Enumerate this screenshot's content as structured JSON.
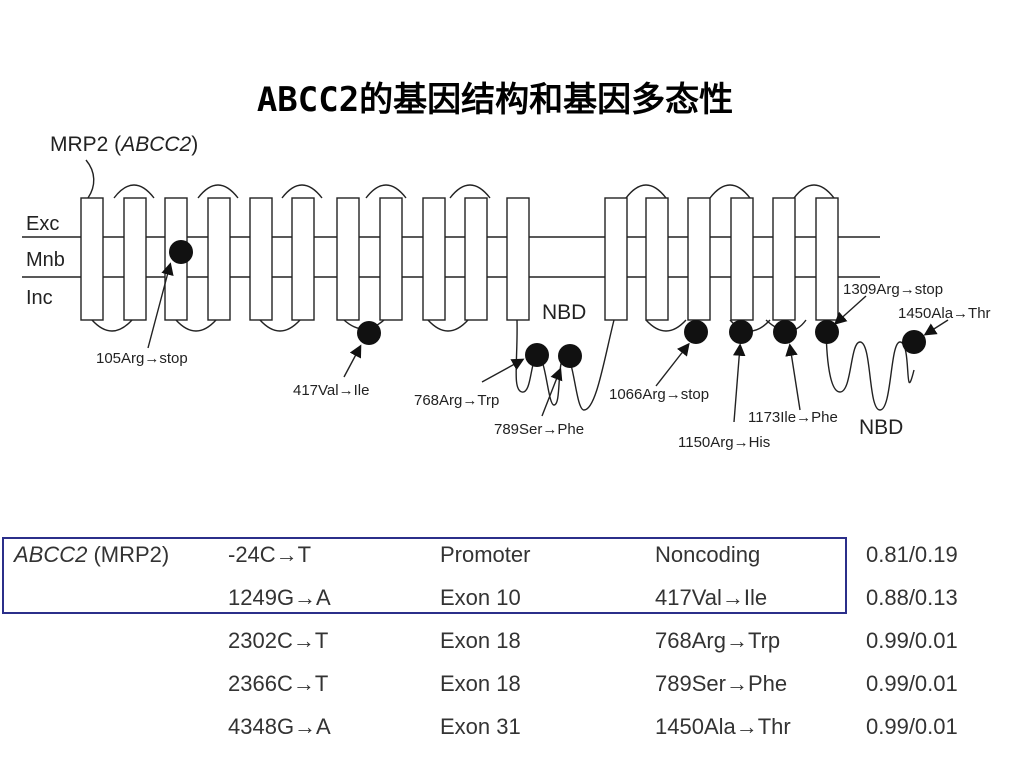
{
  "title": "ABCC2的基因结构和基因多态性",
  "diagram": {
    "protein_label": "MRP2 (",
    "protein_gene": "ABCC2",
    "protein_label_end": ")",
    "layers": [
      "Exc",
      "Mnb",
      "Inc"
    ],
    "nbd_labels": [
      "NBD",
      "NBD"
    ],
    "variants": [
      "105Arg→stop",
      "417Val→Ile",
      "768Arg→Trp",
      "789Ser→Phe",
      "1066Arg→stop",
      "1150Arg→His",
      "1173Ile→Phe",
      "1309Arg→stop",
      "1450Ala→Thr"
    ]
  },
  "table": {
    "rows": [
      {
        "gene": "ABCC2",
        "gene_suffix": " (MRP2)",
        "change": "-24C→T",
        "region": "Promoter",
        "effect": "Noncoding",
        "freq": "0.81/0.19"
      },
      {
        "gene": "",
        "gene_suffix": "",
        "change": "1249G→A",
        "region": "Exon 10",
        "effect": "417Val→Ile",
        "freq": "0.88/0.13"
      },
      {
        "gene": "",
        "gene_suffix": "",
        "change": "2302C→T",
        "region": "Exon 18",
        "effect": "768Arg→Trp",
        "freq": "0.99/0.01"
      },
      {
        "gene": "",
        "gene_suffix": "",
        "change": "2366C→T",
        "region": "Exon 18",
        "effect": "789Ser→Phe",
        "freq": "0.99/0.01"
      },
      {
        "gene": "",
        "gene_suffix": "",
        "change": "4348G→A",
        "region": "Exon 31",
        "effect": "1450Ala→Thr",
        "freq": "0.99/0.01"
      }
    ]
  },
  "colors": {
    "highlight_box": "#2b2f8a"
  }
}
